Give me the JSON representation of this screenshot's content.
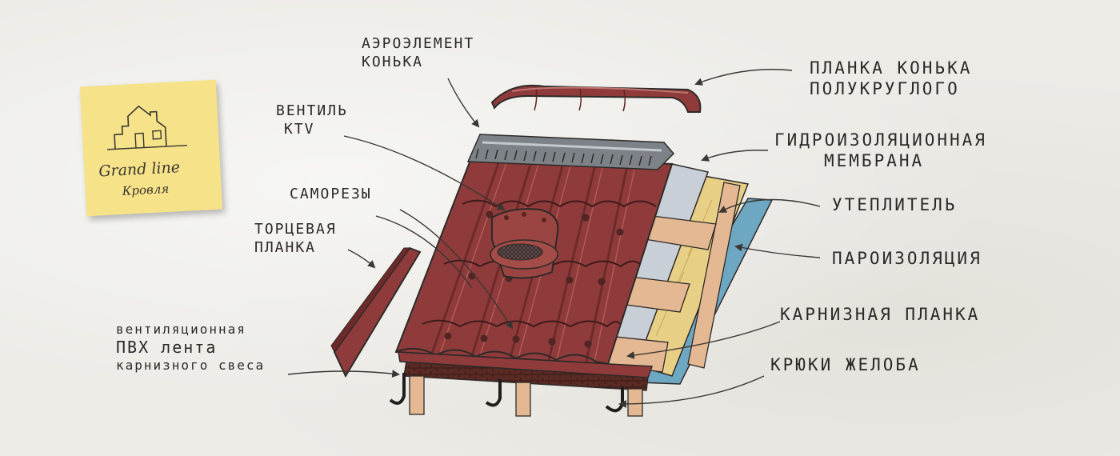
{
  "logo": {
    "name": "Grand line",
    "subtitle": "Кровля"
  },
  "labels": {
    "aero_ridge": [
      "АЭРОЭЛЕМЕНТ",
      "КОНЬКА"
    ],
    "ridge_plank": [
      "ПЛАНКА КОНЬКА",
      "ПОЛУКРУГЛОГО"
    ],
    "ktv_valve": [
      "ВЕНТИЛЬ",
      "KTV"
    ],
    "waterproof_membrane": [
      "ГИДРОИЗОЛЯЦИОННАЯ",
      "МЕМБРАНА"
    ],
    "screws": [
      "САМОРЕЗЫ"
    ],
    "insulation": [
      "УТЕПЛИТЕЛЬ"
    ],
    "end_plank": [
      "ТОРЦЕВАЯ",
      "ПЛАНКА"
    ],
    "vapor_barrier": [
      "ПАРОИЗОЛЯЦИЯ"
    ],
    "eave_plank": [
      "КАРНИЗНАЯ ПЛАНКА"
    ],
    "pvc_tape": [
      "вентиляционная",
      "ПВХ лента",
      "карнизного свеса"
    ],
    "gutter_hooks": [
      "КРЮКИ ЖЕЛОБА"
    ]
  },
  "colors": {
    "tile": "#8f3b3b",
    "tile_dark": "#6e2a2a",
    "wood": "#e3b892",
    "insulation": "#e8cf86",
    "membrane": "#c9cfd6",
    "vapor": "#6ea7c2",
    "ink": "#2c2a28",
    "sticky": "#f6e289"
  }
}
